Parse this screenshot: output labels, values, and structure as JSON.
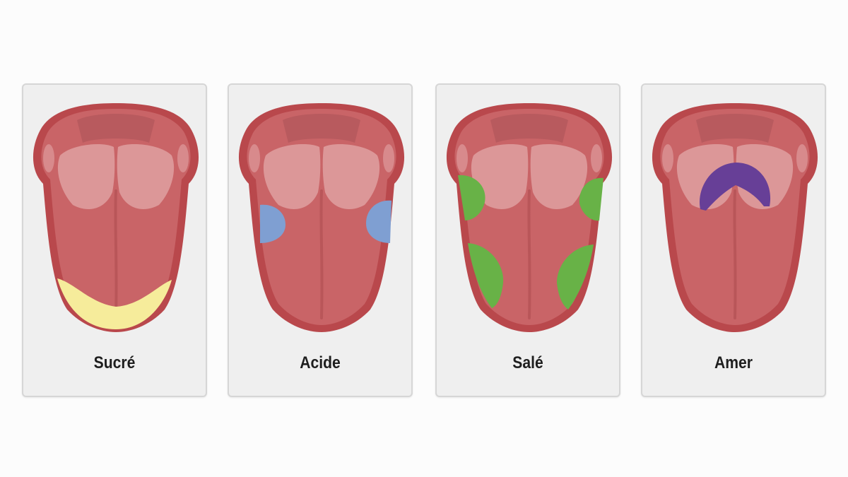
{
  "cards": [
    {
      "label": "Sucré",
      "zone_color": "#f6ec9b"
    },
    {
      "label": "Acide",
      "zone_color": "#7f9fd2"
    },
    {
      "label": "Salé",
      "zone_color": "#68b247"
    },
    {
      "label": "Amer",
      "zone_color": "#673f97"
    }
  ],
  "colors": {
    "tongue_outline": "#b9484c",
    "tongue_body": "#c96467",
    "tongue_light": "#dc9798",
    "card_background": "#efefef"
  }
}
